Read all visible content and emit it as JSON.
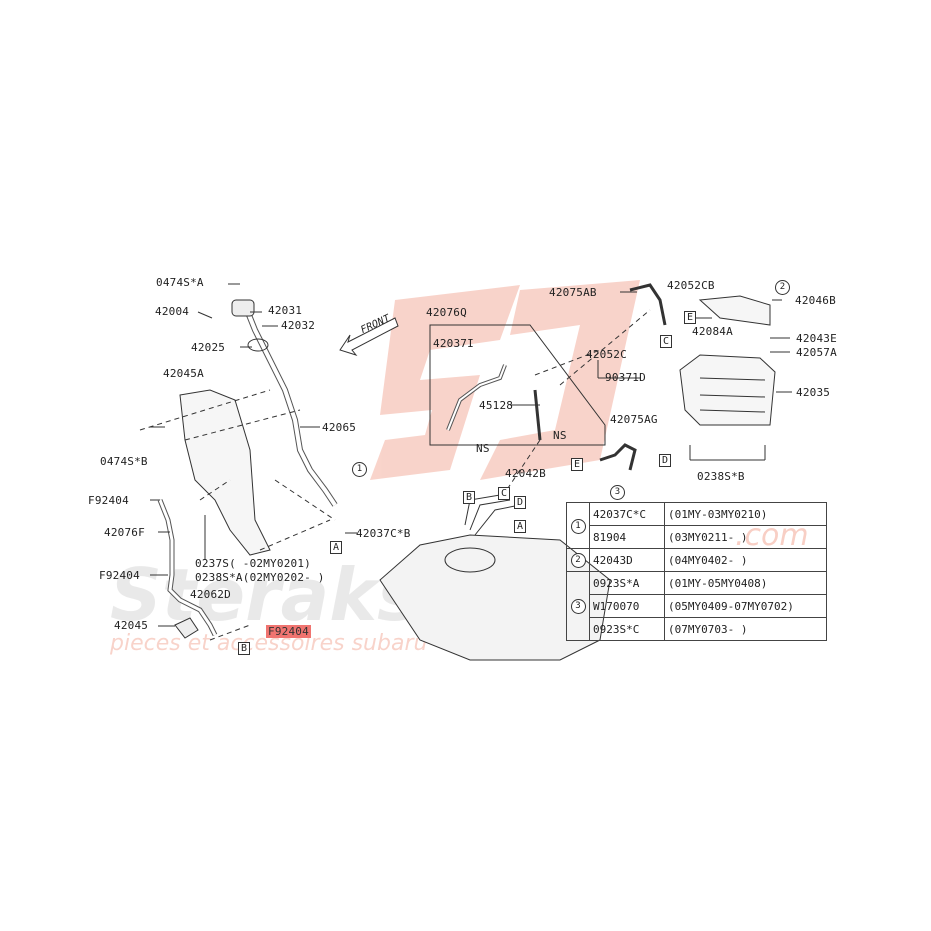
{
  "watermark": {
    "logo_text": "SD",
    "brand_text": "Steraksion",
    "com_text": ".com",
    "tagline": "pieces et accessoires subaru",
    "logo_color": "#f4a28c",
    "brand_color": "#d9d9d9"
  },
  "front_marker": "FRONT",
  "labels": {
    "p0474SA": "0474S*A",
    "p42004": "42004",
    "p42031": "42031",
    "p42032": "42032",
    "p42025": "42025",
    "p42045A": "42045A",
    "p42065": "42065",
    "p0474SB": "0474S*B",
    "pF92404a": "F92404",
    "p42076F": "42076F",
    "pF92404b": "F92404",
    "p42062D": "42062D",
    "p42045": "42045",
    "p0237S": "0237S(   -02MY0201)",
    "p0238SA": "0238S*A(02MY0202-   )",
    "p42037CB": "42037C*B",
    "pF92404hl": "F92404",
    "p42076Q": "42076Q",
    "p42037I": "42037I",
    "p45128": "45128",
    "pNS1": "NS",
    "pNS2": "NS",
    "p42042B": "42042B",
    "p42075AB": "42075AB",
    "p42052CB": "42052CB",
    "p42046B": "42046B",
    "p42084A": "42084A",
    "p42043E": "42043E",
    "p42057A": "42057A",
    "p42052C": "42052C",
    "p90371D": "90371D",
    "p42035": "42035",
    "p42075AG": "42075AG",
    "p0238SB": "0238S*B"
  },
  "refs": {
    "A": "A",
    "B": "B",
    "C": "C",
    "D": "D",
    "E": "E",
    "c1": "1",
    "c2": "2",
    "c3": "3"
  },
  "applicability_table": {
    "rows": [
      {
        "group": "1",
        "part": "42037C*C",
        "range": "(01MY-03MY0210)"
      },
      {
        "group": "",
        "part": "81904",
        "range": "(03MY0211-      )"
      },
      {
        "group": "2",
        "part": "42043D",
        "range": "(04MY0402-      )"
      },
      {
        "group": "3",
        "part": "0923S*A",
        "range": "(01MY-05MY0408)"
      },
      {
        "group": "",
        "part": "W170070",
        "range": "(05MY0409-07MY0702)"
      },
      {
        "group": "",
        "part": "0923S*C",
        "range": "(07MY0703-      )"
      }
    ]
  },
  "colors": {
    "highlight": "#f07470",
    "line": "#333333"
  }
}
